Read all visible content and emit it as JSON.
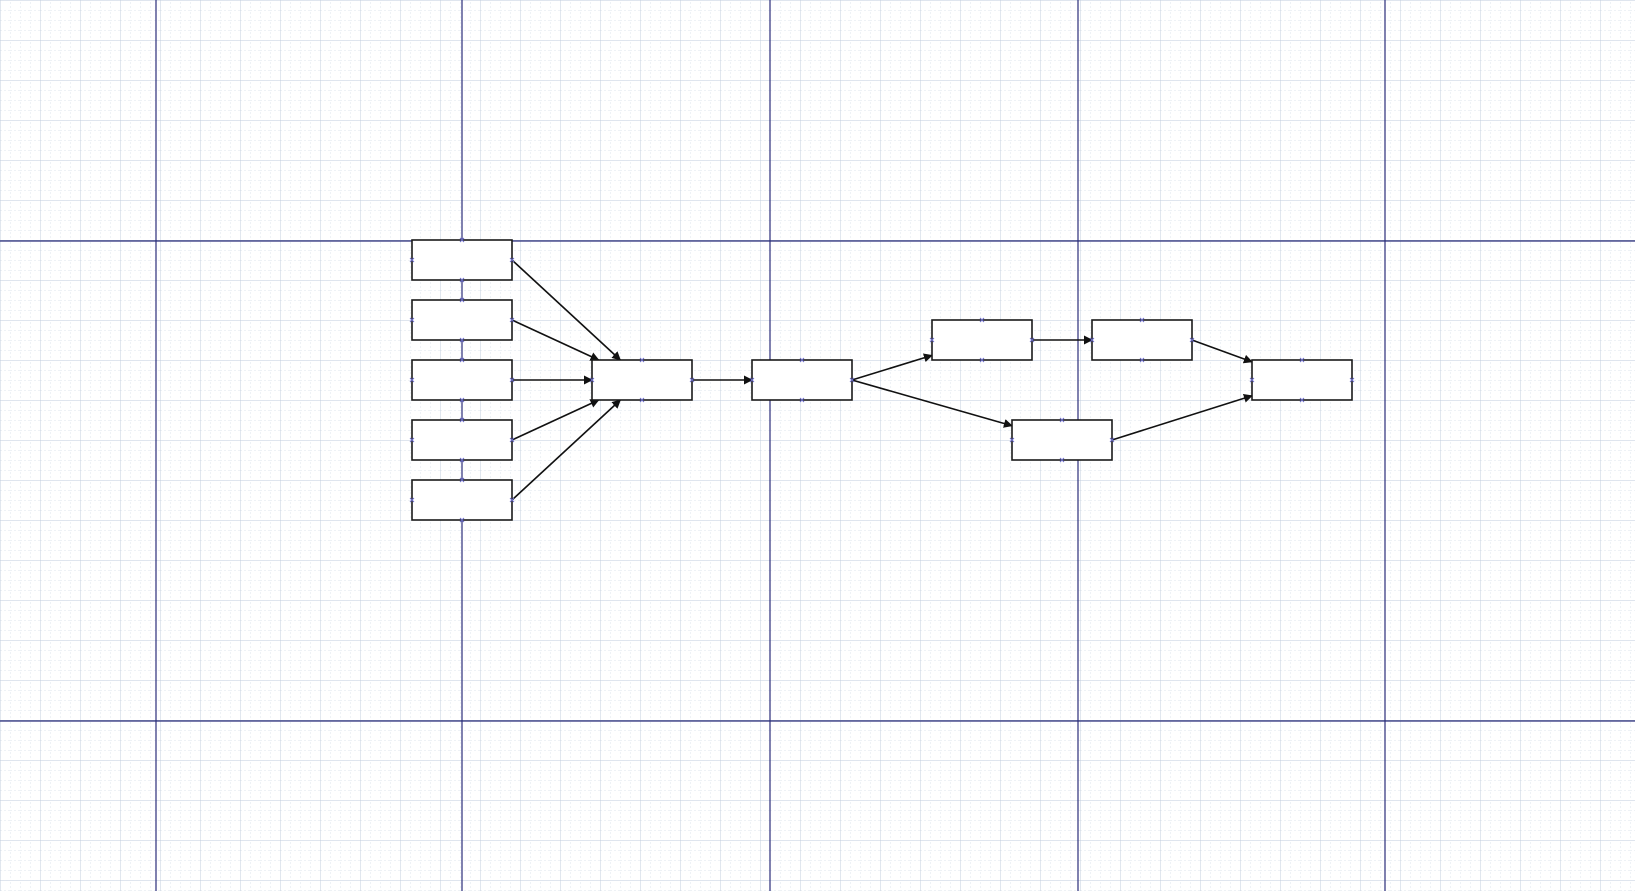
{
  "canvas": {
    "background": "#ffffff",
    "major_grid_color": "#2b2d7a",
    "minor_grid_color": "#c9d6e6",
    "node_stroke": "#1a1a1a",
    "edge_color": "#111111",
    "port_color": "#6b6bc8"
  },
  "diagram": {
    "nodes": [
      {
        "id": "in1",
        "label": ""
      },
      {
        "id": "in2",
        "label": ""
      },
      {
        "id": "in3",
        "label": ""
      },
      {
        "id": "in4",
        "label": ""
      },
      {
        "id": "in5",
        "label": ""
      },
      {
        "id": "merge",
        "label": ""
      },
      {
        "id": "step",
        "label": ""
      },
      {
        "id": "top-a",
        "label": ""
      },
      {
        "id": "top-b",
        "label": ""
      },
      {
        "id": "bottom",
        "label": ""
      },
      {
        "id": "end",
        "label": ""
      }
    ],
    "edges": [
      {
        "from": "in1",
        "to": "merge"
      },
      {
        "from": "in2",
        "to": "merge"
      },
      {
        "from": "in3",
        "to": "merge"
      },
      {
        "from": "in4",
        "to": "merge"
      },
      {
        "from": "in5",
        "to": "merge"
      },
      {
        "from": "merge",
        "to": "step"
      },
      {
        "from": "step",
        "to": "top-a"
      },
      {
        "from": "step",
        "to": "bottom"
      },
      {
        "from": "top-a",
        "to": "top-b"
      },
      {
        "from": "top-b",
        "to": "end"
      },
      {
        "from": "bottom",
        "to": "end"
      }
    ]
  }
}
